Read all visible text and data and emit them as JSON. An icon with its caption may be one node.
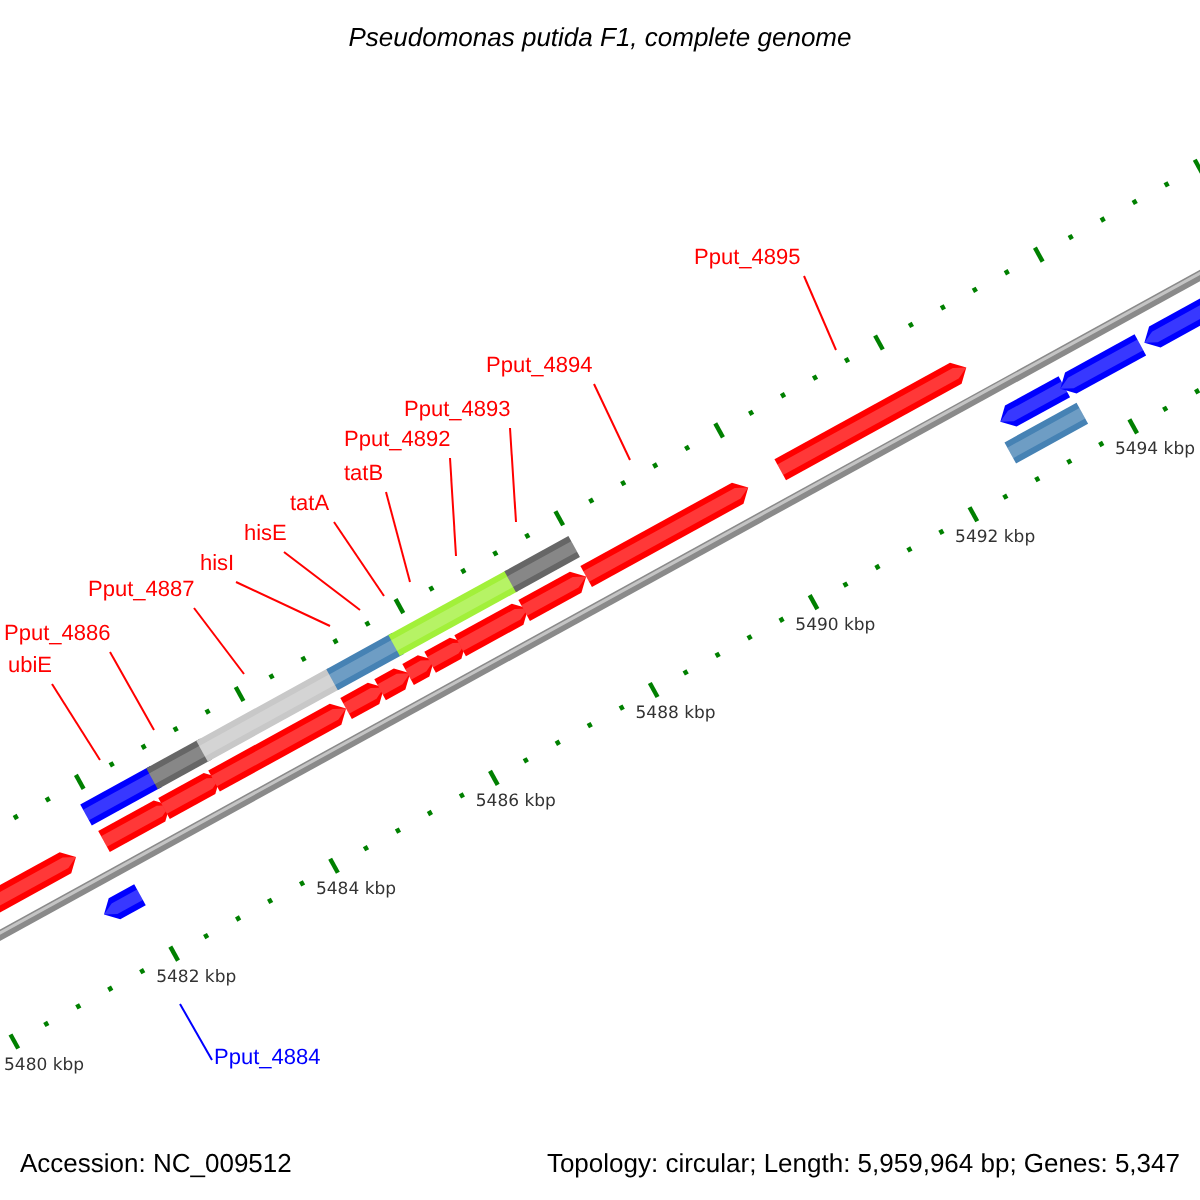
{
  "diagram": {
    "title": "Pseudomonas putida F1, complete genome",
    "nodes": [
      {
        "text": [
          "Pput_4895"
        ]
      },
      {
        "text": [
          "Pput_4894"
        ]
      },
      {
        "text": [
          "Pput_4893"
        ]
      },
      {
        "text": [
          "Pput_4892"
        ]
      },
      {
        "text": [
          "tatB"
        ]
      },
      {
        "text": [
          "tatA"
        ]
      },
      {
        "text": [
          "hisE"
        ]
      },
      {
        "text": [
          "hisI"
        ]
      },
      {
        "text": [
          "Pput_4887"
        ]
      },
      {
        "text": [
          "Pput_4886"
        ]
      },
      {
        "text": [
          "ubiE"
        ]
      },
      {
        "text": [
          "Pput_4884"
        ]
      }
    ],
    "edges": [
      {
        "from": 0,
        "to": null,
        "arrow": "none"
      },
      {
        "from": 1,
        "to": null,
        "arrow": "none"
      },
      {
        "from": 2,
        "to": null,
        "arrow": "none"
      },
      {
        "from": 3,
        "to": null,
        "arrow": "none"
      },
      {
        "from": 4,
        "to": null,
        "arrow": "none"
      },
      {
        "from": 5,
        "to": null,
        "arrow": "none"
      },
      {
        "from": 6,
        "to": null,
        "arrow": "none"
      },
      {
        "from": 7,
        "to": null,
        "arrow": "none"
      },
      {
        "from": 8,
        "to": null,
        "arrow": "none"
      },
      {
        "from": 9,
        "to": null,
        "arrow": "none"
      },
      {
        "from": 10,
        "to": null,
        "arrow": "none"
      },
      {
        "from": 11,
        "to": null,
        "arrow": "none",
        "color": "#0000ff"
      }
    ],
    "labels": [
      "5494 kbp",
      "5492 kbp",
      "5490 kbp",
      "5488 kbp",
      "5486 kbp",
      "5484 kbp",
      "5482 kbp",
      "5480 kbp",
      "Accession: NC_009512",
      "Topology: circular; Length: 5,959,964 bp; Genes: 5,347"
    ]
  }
}
